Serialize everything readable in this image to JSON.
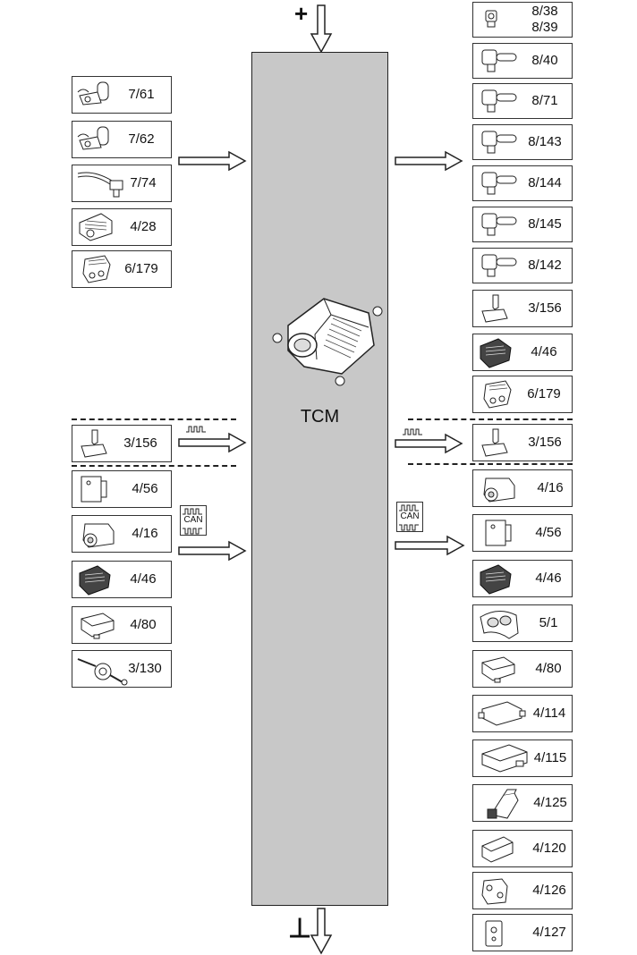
{
  "tcm_label": "TCM",
  "power_symbol": "+",
  "ground_symbol": "⊥",
  "can_label": "CAN",
  "left_inputs_top": [
    "7/61",
    "7/62",
    "7/74",
    "4/28",
    "6/179"
  ],
  "left_signal": "3/156",
  "left_can": [
    "4/56",
    "4/16",
    "4/46",
    "4/80",
    "3/130"
  ],
  "right_outputs_top": [
    "8/38\n8/39",
    "8/40",
    "8/71",
    "8/143",
    "8/144",
    "8/145",
    "8/142",
    "3/156",
    "4/46",
    "6/179"
  ],
  "right_signal": "3/156",
  "right_can": [
    "4/16",
    "4/56",
    "4/46",
    "5/1",
    "4/80",
    "4/114",
    "4/115",
    "4/125",
    "4/120",
    "4/126",
    "4/127"
  ]
}
